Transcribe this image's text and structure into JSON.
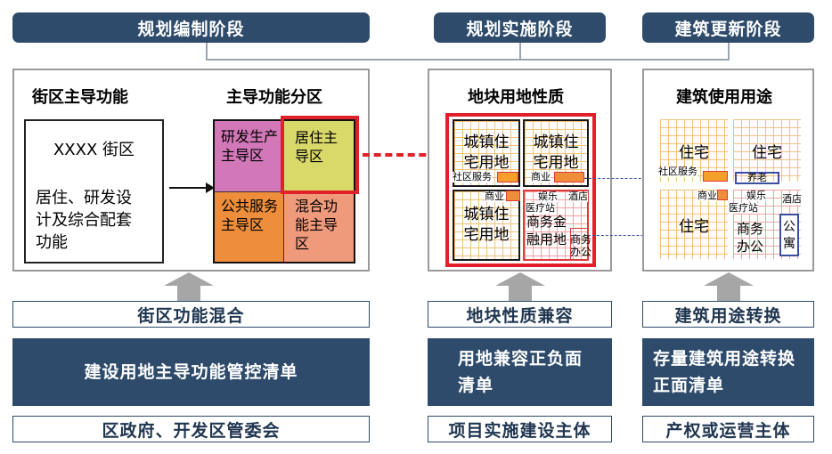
{
  "stages": {
    "planning": "规划编制阶段",
    "implementation": "规划实施阶段",
    "renewal": "建筑更新阶段"
  },
  "panel1": {
    "left_title": "街区主导功能",
    "right_title": "主导功能分区",
    "district_name": "XXXX 街区",
    "district_desc_1": "居住、研发设",
    "district_desc_2": "计及综合配套",
    "district_desc_3": "功能",
    "zones": [
      {
        "label": "研发生产主导区",
        "color": "#d277b8"
      },
      {
        "label": "居住主导区",
        "color": "#d9d96a"
      },
      {
        "label": "公共服务主导区",
        "color": "#ee8e3a"
      },
      {
        "label": "混合功能主导区",
        "color": "#f09a7c"
      }
    ]
  },
  "panel2": {
    "title": "地块用地性质",
    "parcel_tl": "城镇住宅用地",
    "parcel_tr": "城镇住宅用地",
    "parcel_bl": "城镇住宅用地",
    "parcel_br": "商务金融用地",
    "mini_shequ": "社区服务",
    "mini_shangye1": "商业",
    "mini_shangye2": "商业",
    "mini_yule": "娱乐",
    "mini_jiudian": "酒店",
    "mini_yiliao": "医疗站",
    "mini_shangwu": "商务办公"
  },
  "panel3": {
    "title": "建筑使用用途",
    "zhuzhai1": "住宅",
    "zhuzhai2": "住宅",
    "zhuzhai3": "住宅",
    "mini_shequ": "社区服务",
    "mini_yanglao": "养老",
    "mini_shangye": "商业",
    "mini_yule": "娱乐",
    "mini_yiliao": "医疗站",
    "mini_jiudian": "酒店",
    "shangwu": "商务办公",
    "gongyu": "公寓"
  },
  "row_labels": {
    "c1": "街区功能混合",
    "c2": "地块性质兼容",
    "c3": "建筑用途转换"
  },
  "row_main": {
    "c1": "建设用地主导功能管控清单",
    "c2_1": "用地兼容正负面",
    "c2_2": "清单",
    "c3_1": "存量建筑用途转换",
    "c3_2": "正面清单"
  },
  "row_bottom": {
    "c1": "区政府、开发区管委会",
    "c2": "项目实施建设主体",
    "c3": "产权或运营主体"
  }
}
